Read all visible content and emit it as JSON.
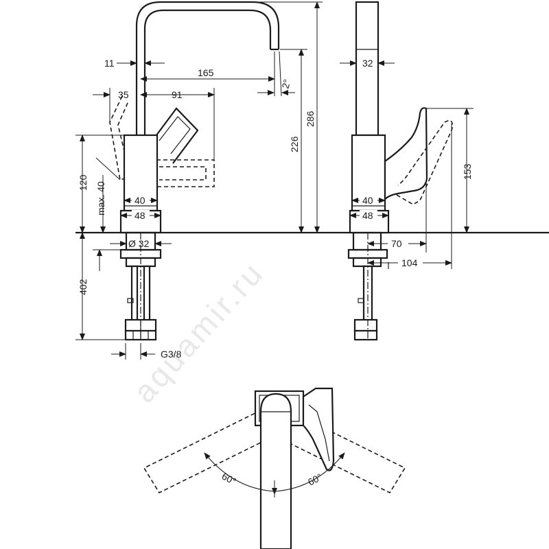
{
  "watermark": "aquamir.ru",
  "front_view": {
    "d_11": "11",
    "d_165": "165",
    "d_2deg": "2°",
    "d_35": "35",
    "d_91": "91",
    "d_226": "226",
    "d_286": "286",
    "d_120": "120",
    "d_max40": "max. 40",
    "d_40": "40",
    "d_48": "48",
    "d_32": "Ø 32",
    "d_402": "402",
    "d_g38": "G3/8"
  },
  "side_view": {
    "d_32": "32",
    "d_153": "153",
    "d_40": "40",
    "d_48": "48",
    "d_70": "70",
    "d_104": "104"
  },
  "top_view": {
    "d_60_left": "60°",
    "d_60_right": "60°"
  }
}
